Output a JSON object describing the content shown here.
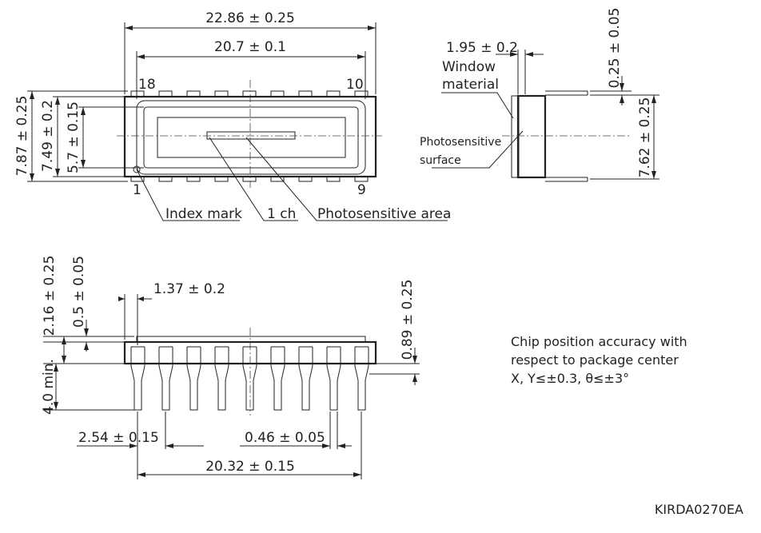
{
  "dimensions": {
    "overall_length": "22.86 ± 0.25",
    "body_length": "20.7 ± 0.1",
    "total_width": "7.87 ± 0.25",
    "body_width": "7.49 ± 0.2",
    "window_width": "5.7 ± 0.15",
    "window_thickness": "1.95 ± 0.2",
    "cap_thickness": "0.25 ± 0.05",
    "row_spacing": "7.62 ± 0.25",
    "height_total": "2.16 ± 0.25",
    "window_height": "0.5 ± 0.05",
    "pin_to_edge": "1.37 ± 0.2",
    "seat_height": "0.89 ± 0.25",
    "lead_length": "4.0 min.",
    "pitch": "2.54 ± 0.15",
    "lead_width": "0.46 ± 0.05",
    "pin_span": "20.32 ± 0.15"
  },
  "pins": {
    "p18": "18",
    "p10": "10",
    "p1": "1",
    "p9": "9"
  },
  "labels": {
    "index_mark": "Index mark",
    "channel": "1 ch",
    "photosensitive_area": "Photosensitive area",
    "window_material_line1": "Window",
    "window_material_line2": "material",
    "photosensitive_surface_line1": "Photosensitive",
    "photosensitive_surface_line2": "surface"
  },
  "note": {
    "line1": "Chip position accuracy with",
    "line2": "respect to package center",
    "line3": "X, Y≤±0.3, θ≤±3°"
  },
  "drawing_code": "KIRDA0270EA"
}
